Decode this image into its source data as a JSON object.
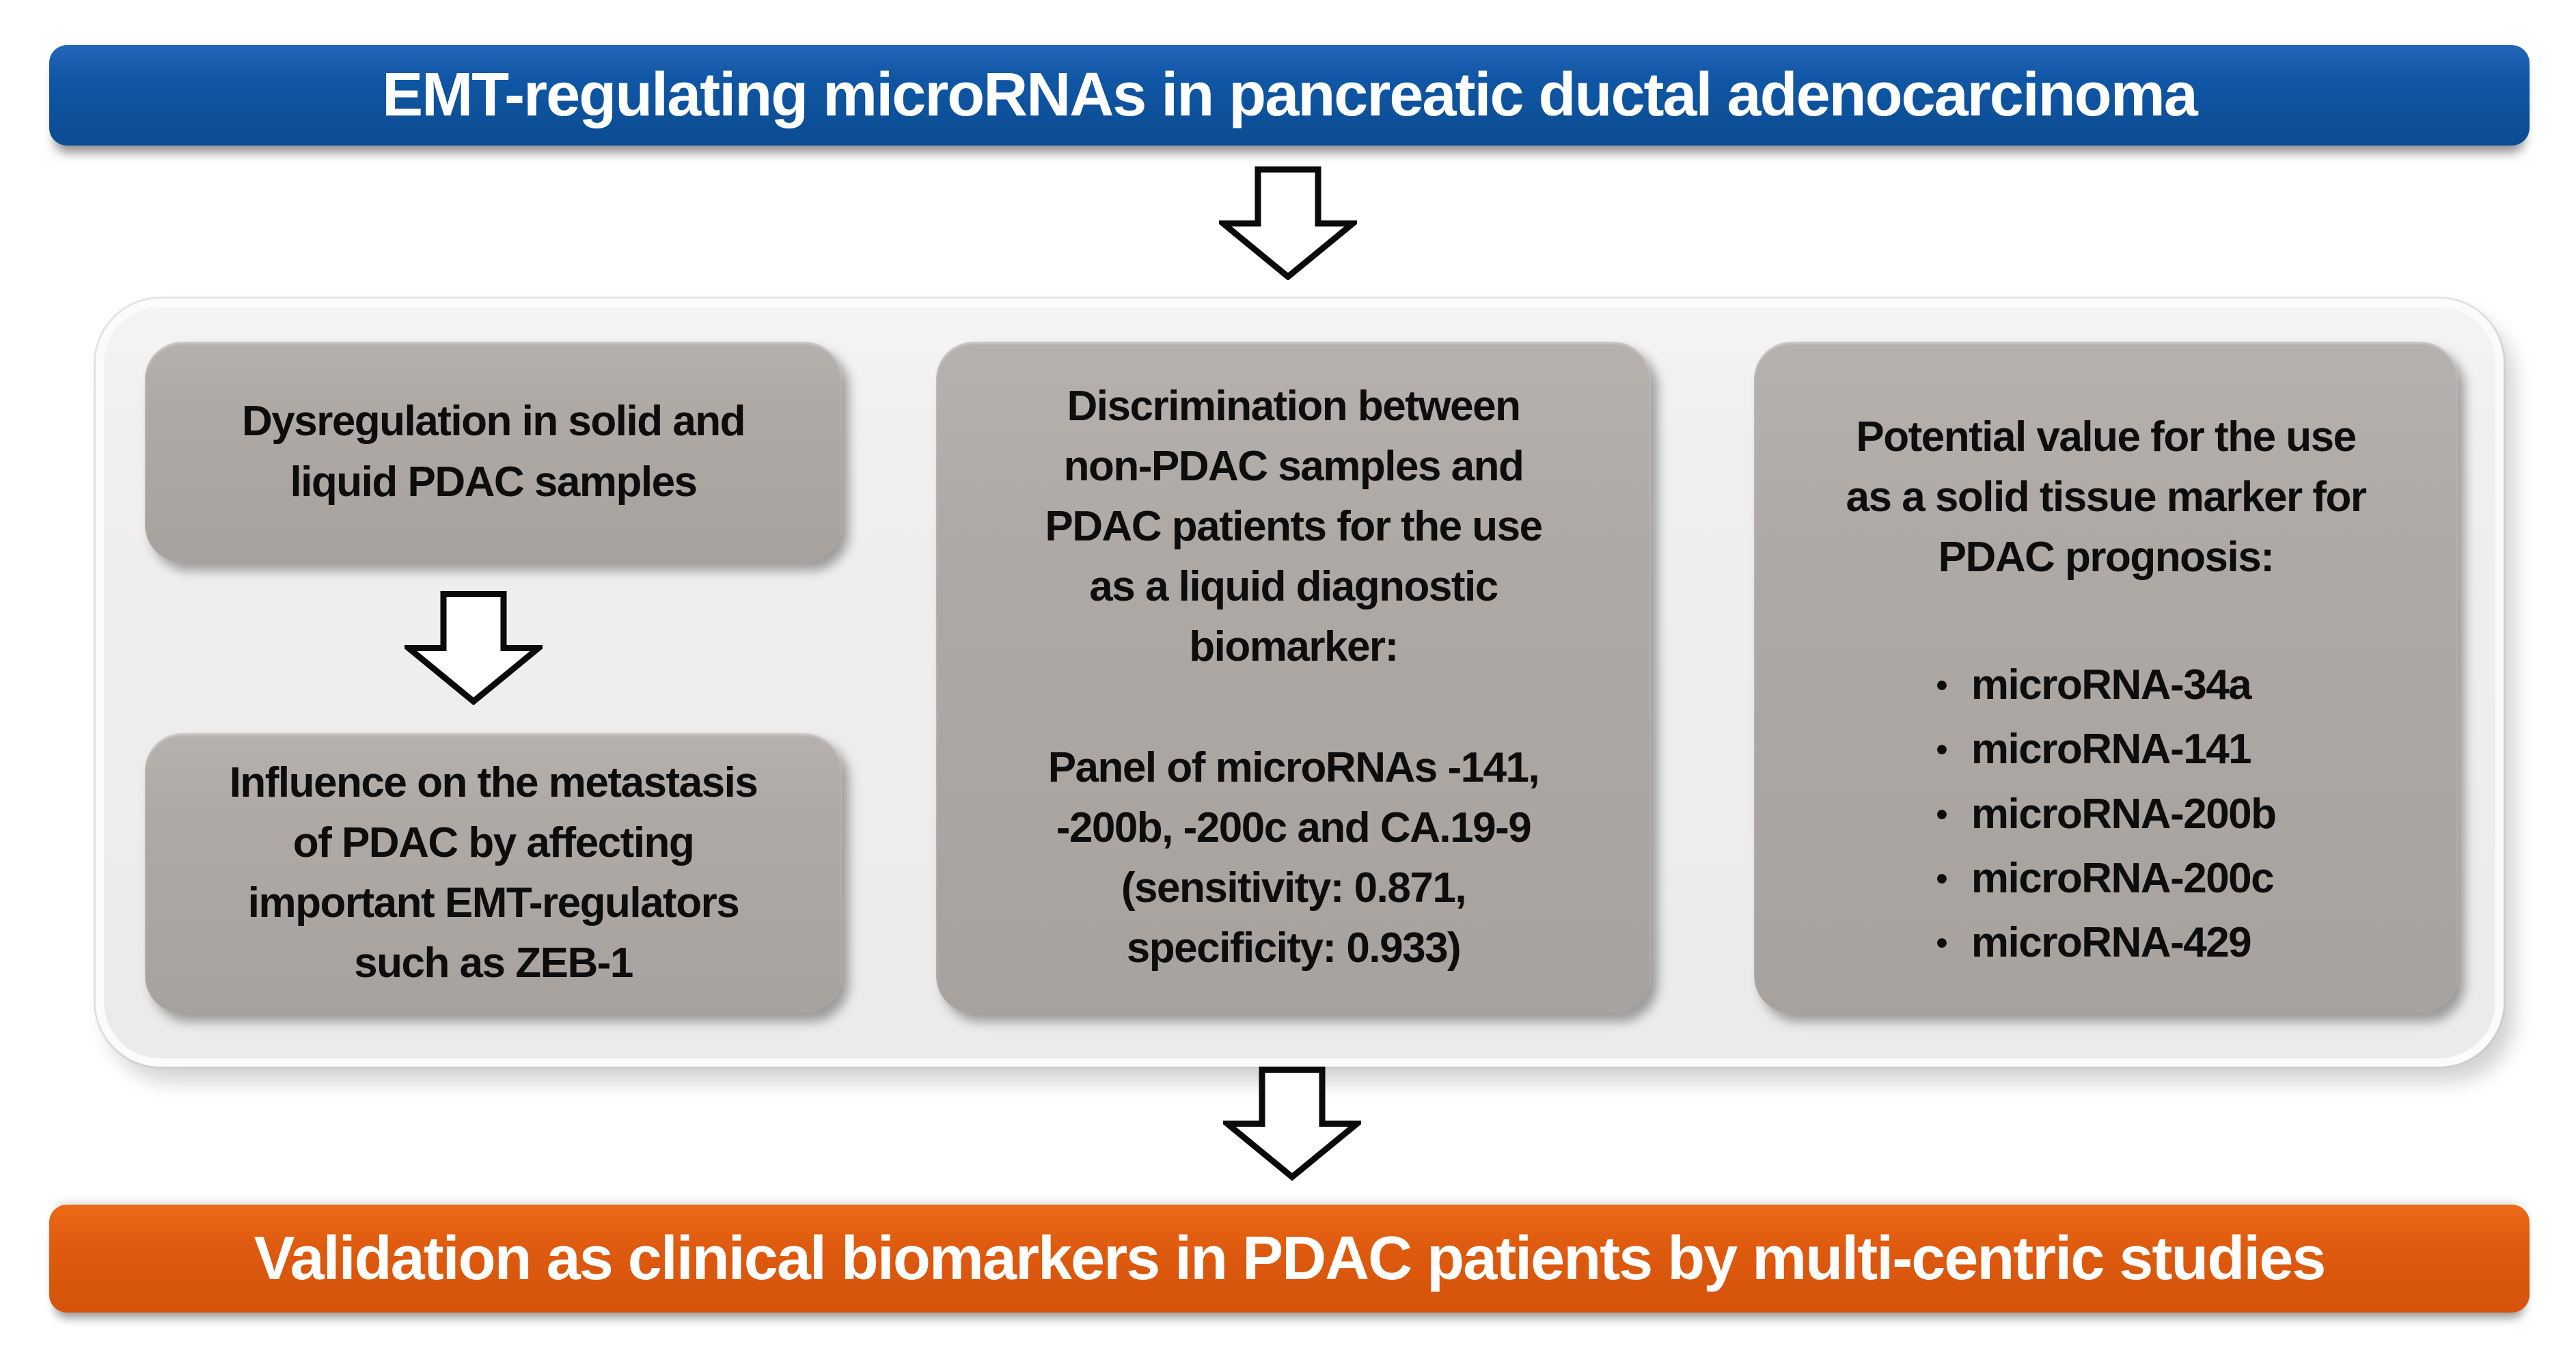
{
  "top_banner": {
    "label": "EMT-regulating microRNAs in pancreatic ductal adenocarcinoma"
  },
  "panel": {
    "left": {
      "box1": {
        "text": "Dysregulation in solid and\nliquid PDAC samples"
      },
      "box2": {
        "text": "Influence on the metastasis\nof PDAC by affecting\nimportant EMT-regulators\nsuch as ZEB-1"
      }
    },
    "middle": {
      "heading": "Discrimination between\nnon-PDAC samples and\nPDAC patients for the use\nas a liquid diagnostic\nbiomarker:",
      "detail": "Panel of microRNAs -141,\n-200b, -200c and CA.19-9\n(sensitivity: 0.871,\nspecificity: 0.933)"
    },
    "right": {
      "heading": "Potential value for the use\nas a solid tissue marker for\nPDAC prognosis:",
      "bullets": [
        "microRNA-34a",
        "microRNA-141",
        "microRNA-200b",
        "microRNA-200c",
        "microRNA-429"
      ]
    }
  },
  "bottom_banner": {
    "label": "Validation as clinical biomarkers in PDAC patients by multi-centric studies"
  },
  "icons": {
    "down_arrow": "down-arrow-icon"
  },
  "colors": {
    "top_banner_bg": "#0F56A4",
    "bottom_banner_bg": "#DE5A0F",
    "box_bg": "#AFA9A6",
    "panel_bg": "#F0EFEF",
    "text": "#0D0D0D",
    "banner_text": "#FFFFFF",
    "arrow_fill": "#FFFFFF",
    "arrow_stroke": "#0A0A0A"
  }
}
